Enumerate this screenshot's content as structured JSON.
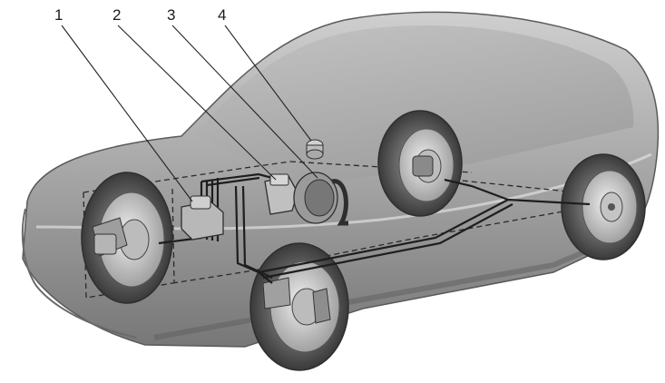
{
  "callouts": [
    {
      "label": "1",
      "part": "abs-modulator"
    },
    {
      "label": "2",
      "part": "master-cylinder"
    },
    {
      "label": "3",
      "part": "vacuum-booster"
    },
    {
      "label": "4",
      "part": "brake-fluid-reservoir"
    }
  ],
  "colors": {
    "body": "#a3a3a3",
    "body_highlight": "#c6c6c6",
    "body_shadow": "#6c6c6c",
    "tire": "#4a4a4a",
    "rim": "#d8d8d8",
    "brake_line": "#1e1e1e",
    "leader_line": "#222222"
  }
}
